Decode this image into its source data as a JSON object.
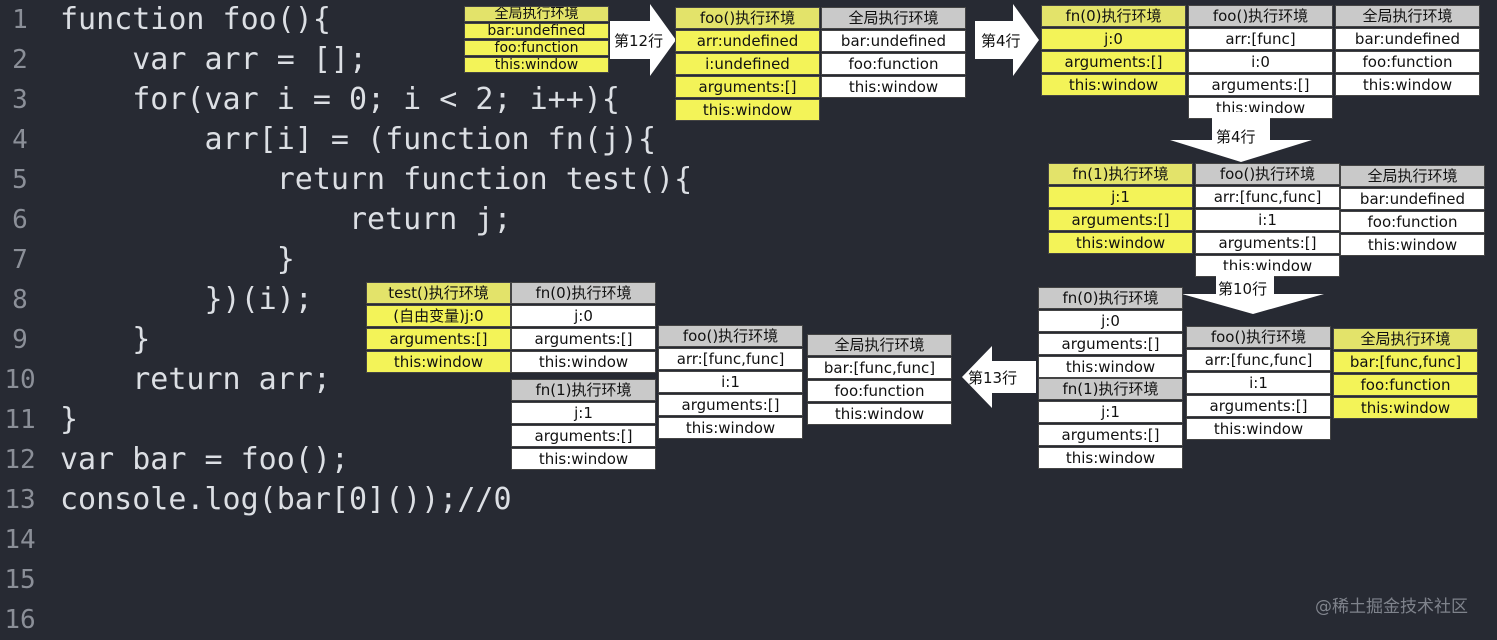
{
  "code": [
    {
      "n": "1",
      "text": "function foo(){"
    },
    {
      "n": "2",
      "text": "    var arr = [];"
    },
    {
      "n": "3",
      "text": "    for(var i = 0; i < 2; i++){"
    },
    {
      "n": "4",
      "text": "        arr[i] = (function fn(j){"
    },
    {
      "n": "5",
      "text": "            return function test(){"
    },
    {
      "n": "6",
      "text": "                return j;"
    },
    {
      "n": "7",
      "text": "            }"
    },
    {
      "n": "8",
      "text": "        })(i);"
    },
    {
      "n": "9",
      "text": "    }"
    },
    {
      "n": "10",
      "text": "    return arr;"
    },
    {
      "n": "11",
      "text": "}"
    },
    {
      "n": "12",
      "text": "var bar = foo();"
    },
    {
      "n": "13",
      "text": "console.log(bar[0]());//0"
    },
    {
      "n": "14",
      "text": ""
    },
    {
      "n": "15",
      "text": ""
    },
    {
      "n": "16",
      "text": ""
    }
  ],
  "boxes": {
    "s1_global": {
      "header": "全局执行环境",
      "rows": [
        "bar:undefined",
        "foo:function",
        "this:window"
      ],
      "active": true
    },
    "s2_foo": {
      "header": "foo()执行环境",
      "rows": [
        "arr:undefined",
        "i:undefined",
        "arguments:[]",
        "this:window"
      ],
      "active": true
    },
    "s2_global": {
      "header": "全局执行环境",
      "rows": [
        "bar:undefined",
        "foo:function",
        "this:window"
      ],
      "active": false
    },
    "s3_fn0": {
      "header": "fn(0)执行环境",
      "rows": [
        "j:0",
        "arguments:[]",
        "this:window"
      ],
      "active": true
    },
    "s3_foo": {
      "header": "foo()执行环境",
      "rows": [
        "arr:[func]",
        "i:0",
        "arguments:[]",
        "this:window"
      ],
      "active": false
    },
    "s3_global": {
      "header": "全局执行环境",
      "rows": [
        "bar:undefined",
        "foo:function",
        "this:window"
      ],
      "active": false
    },
    "s4_fn1": {
      "header": "fn(1)执行环境",
      "rows": [
        "j:1",
        "arguments:[]",
        "this:window"
      ],
      "active": true
    },
    "s4_foo": {
      "header": "foo()执行环境",
      "rows": [
        "arr:[func,func]",
        "i:1",
        "arguments:[]",
        "this:window"
      ],
      "active": false
    },
    "s4_global": {
      "header": "全局执行环境",
      "rows": [
        "bar:undefined",
        "foo:function",
        "this:window"
      ],
      "active": false
    },
    "s5_fn0": {
      "header": "fn(0)执行环境",
      "rows": [
        "j:0",
        "arguments:[]",
        "this:window"
      ],
      "active": false
    },
    "s5_fn1": {
      "header": "fn(1)执行环境",
      "rows": [
        "j:1",
        "arguments:[]",
        "this:window"
      ],
      "active": false
    },
    "s5_foo": {
      "header": "foo()执行环境",
      "rows": [
        "arr:[func,func]",
        "i:1",
        "arguments:[]",
        "this:window"
      ],
      "active": false
    },
    "s5_global": {
      "header": "全局执行环境",
      "rows": [
        "bar:[func,func]",
        "foo:function",
        "this:window"
      ],
      "active": true
    },
    "s6_test": {
      "header": "test()执行环境",
      "rows": [
        "(自由变量)j:0",
        "arguments:[]",
        "this:window"
      ],
      "active": true
    },
    "s6_fn0": {
      "header": "fn(0)执行环境",
      "rows": [
        "j:0",
        "arguments:[]",
        "this:window"
      ],
      "active": false
    },
    "s6_fn1": {
      "header": "fn(1)执行环境",
      "rows": [
        "j:1",
        "arguments:[]",
        "this:window"
      ],
      "active": false
    },
    "s6_foo": {
      "header": "foo()执行环境",
      "rows": [
        "arr:[func,func]",
        "i:1",
        "arguments:[]",
        "this:window"
      ],
      "active": false
    },
    "s6_global": {
      "header": "全局执行环境",
      "rows": [
        "bar:[func,func]",
        "foo:function",
        "this:window"
      ],
      "active": false
    }
  },
  "arrows": {
    "a1": "第12行",
    "a2": "第4行",
    "a3": "第4行",
    "a4": "第10行",
    "a5": "第13行"
  },
  "watermark": "@稀土掘金技术社区"
}
